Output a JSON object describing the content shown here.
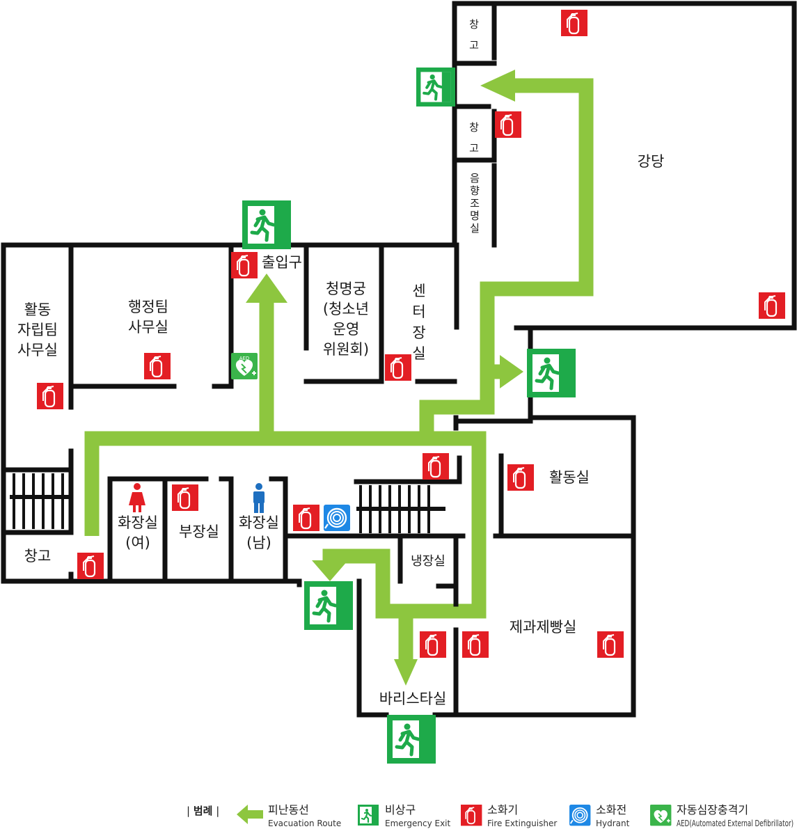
{
  "rooms": {
    "auditorium": "강당",
    "storage_top": [
      "창",
      "고"
    ],
    "storage_mid": [
      "창",
      "고"
    ],
    "sound_room": [
      "음",
      "향",
      "조",
      "명",
      "실"
    ],
    "activity_office": [
      "활동",
      "자립팀",
      "사무실"
    ],
    "admin_office": [
      "행정팀",
      "사무실"
    ],
    "entrance": "출입구",
    "youth_committee": [
      "청명궁",
      "(청소년",
      "운영",
      "위원회)"
    ],
    "director_office": [
      "센",
      "터",
      "장",
      "실"
    ],
    "activity_room": "활동실",
    "storage_left": "창고",
    "restroom_women": [
      "화장실",
      "(여)"
    ],
    "vice_office": "부장실",
    "restroom_men": [
      "화장실",
      "(남)"
    ],
    "cold_storage": "냉장실",
    "bakery": "제과제빵실",
    "barista": "바리스타실"
  },
  "aed_text": "AED",
  "legend": {
    "title": "범례",
    "items": [
      {
        "ko": "피난동선",
        "en": "Evacuation Route",
        "icon": "evacuation-arrow-icon"
      },
      {
        "ko": "비상구",
        "en": "Emergency Exit",
        "icon": "emergency-exit-icon"
      },
      {
        "ko": "소화기",
        "en": "Fire Extinguisher",
        "icon": "fire-extinguisher-icon"
      },
      {
        "ko": "소화전",
        "en": "Hydrant",
        "icon": "hydrant-icon"
      },
      {
        "ko": "자동심장충격기",
        "en": "AED(Automated External Defibrillator)",
        "icon": "aed-icon"
      }
    ]
  },
  "colors": {
    "route": "#8dc63f",
    "exit": "#1eaa4a",
    "extinguisher": "#e31e24",
    "hydrant": "#1e88e5",
    "aed": "#3ab44a",
    "wall": "#111111",
    "woman_icon": "#e31e24",
    "man_icon": "#1e6fc0"
  }
}
